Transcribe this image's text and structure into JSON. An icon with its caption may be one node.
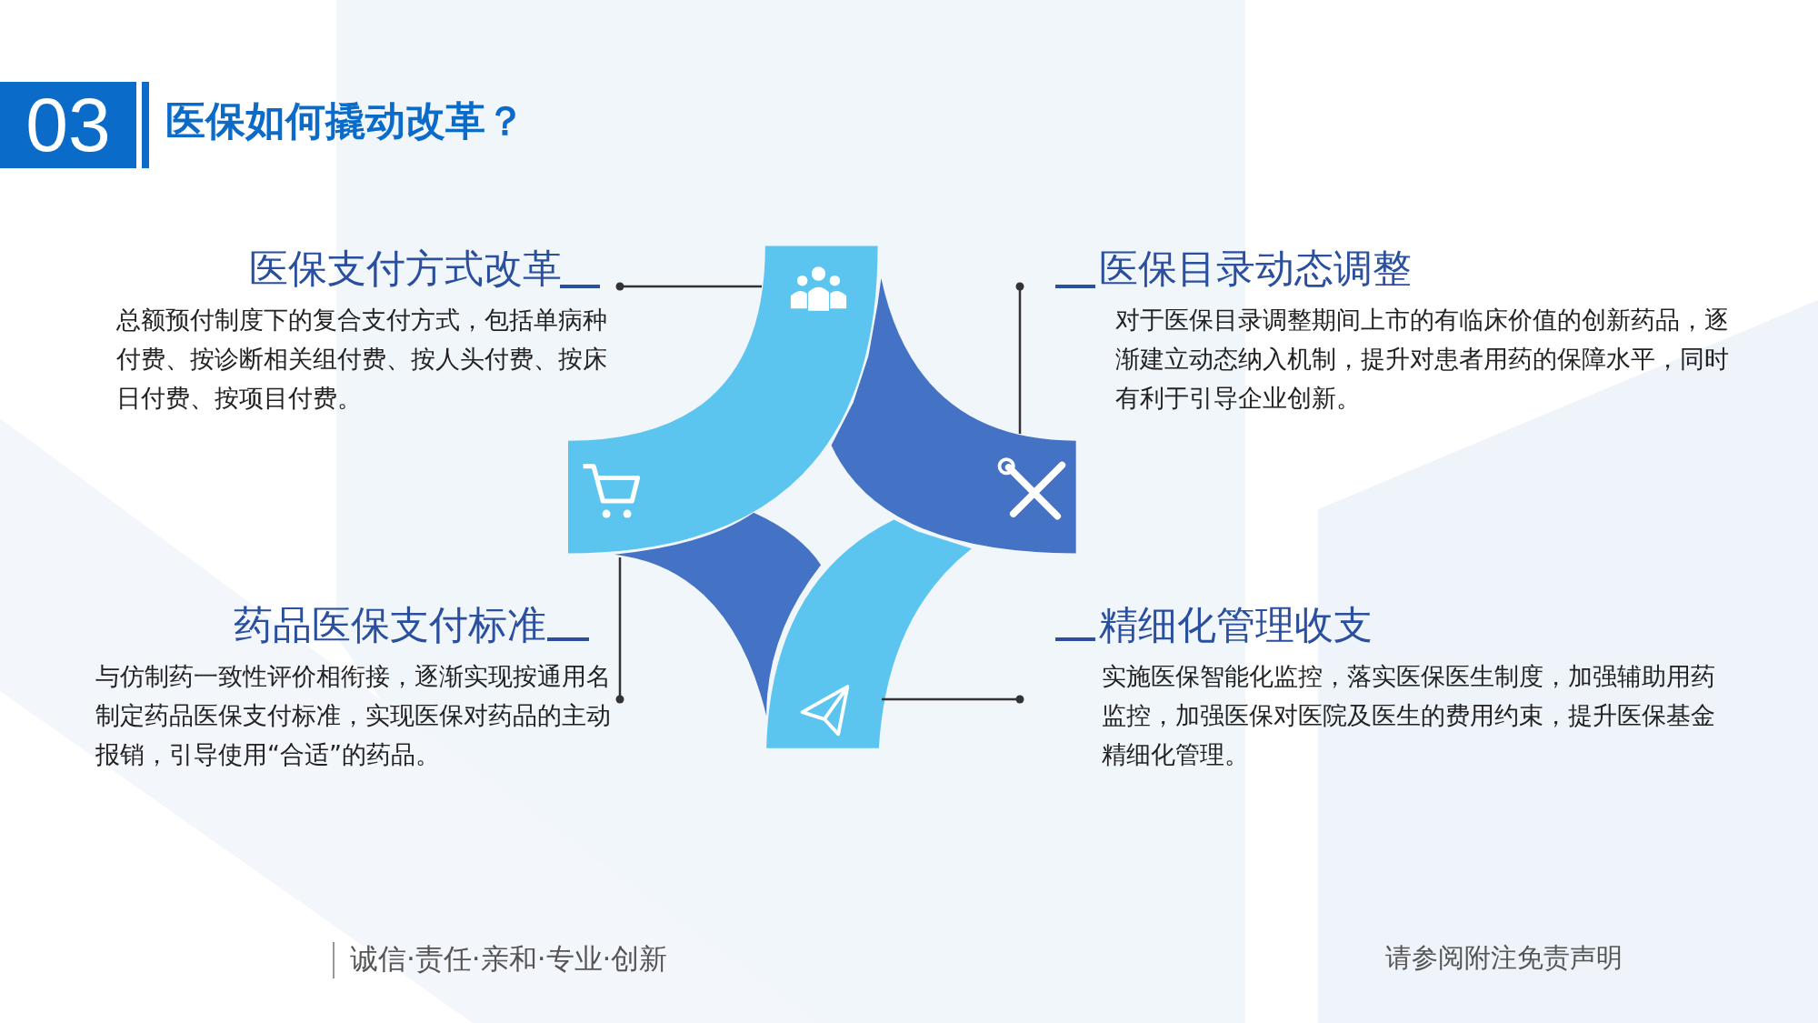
{
  "diagram": {
    "title": "医保如何撬动改革？",
    "nodes": [
      {
        "text": [
          "医保支付方式改革",
          "总额预付制度下的复合支付方式，包括单病种付费、按诊断相关组付费、按人头付费、按床日付费、按项目付费。"
        ]
      },
      {
        "text": [
          "医保目录动态调整",
          "对于医保目录调整期间上市的有临床价值的创新药品，逐渐建立动态纳入机制，提升对患者用药的保障水平，同时有利于引导企业创新。"
        ]
      },
      {
        "text": [
          "药品医保支付标准",
          "与仿制药一致性评价相衔接，逐渐实现按通用名制定药品医保支付标准，实现医保对药品的主动报销，引导使用“合适”的药品。"
        ]
      },
      {
        "text": [
          "精细化管理收支",
          "实施医保智能化监控，落实医保医生制度，加强辅助用药监控，加强医保对医院及医生的费用约束，提升医保基金精细化管理。"
        ]
      },
      {
        "text": [],
        "shape": "arc"
      },
      {
        "text": [],
        "shape": "arc"
      },
      {
        "text": [],
        "shape": "arc"
      },
      {
        "text": [],
        "shape": "arc"
      }
    ],
    "edges": [
      {
        "from": 0,
        "to": 4,
        "arrow": "other"
      },
      {
        "from": 1,
        "to": 5,
        "arrow": "other"
      },
      {
        "from": 2,
        "to": 6,
        "arrow": "other"
      },
      {
        "from": 3,
        "to": 7,
        "arrow": "other"
      }
    ],
    "labels": [
      "03",
      "诚信·责任·亲和·专业·创新",
      "请参阅附注免责声明"
    ]
  }
}
